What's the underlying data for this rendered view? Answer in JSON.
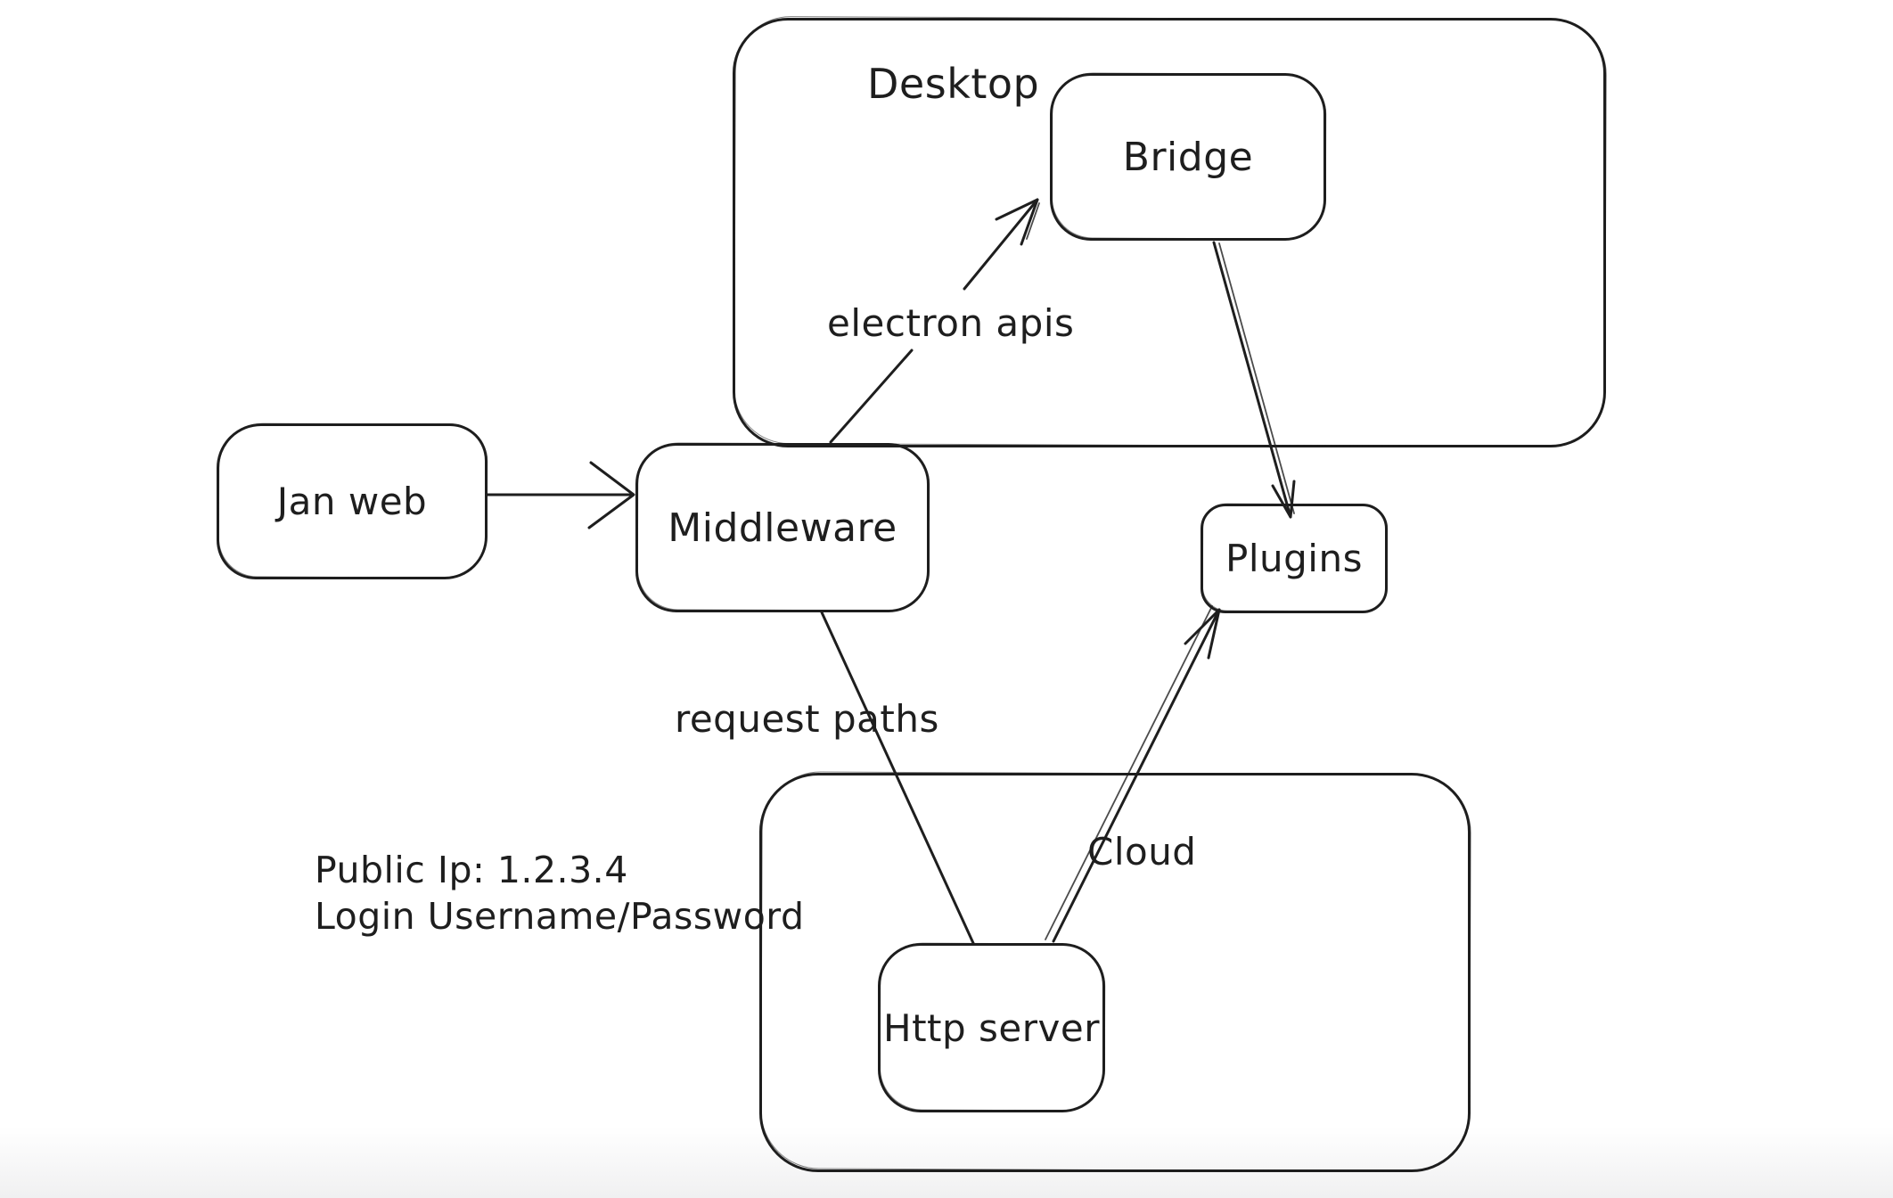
{
  "app": {
    "background": "#ffffff",
    "ink_color": "#1e1e1e"
  },
  "containers": {
    "desktop": {
      "label": "Desktop"
    },
    "cloud": {
      "label": "Cloud"
    }
  },
  "nodes": {
    "jan_web": {
      "label": "Jan web"
    },
    "middleware": {
      "label": "Middleware"
    },
    "bridge": {
      "label": "Bridge"
    },
    "plugins": {
      "label": "Plugins"
    },
    "http_server": {
      "label": "Http server"
    }
  },
  "edges": [
    {
      "from": "jan_web",
      "to": "middleware",
      "label": "",
      "arrowhead": "chevron-at-middleware"
    },
    {
      "from": "middleware",
      "to": "bridge",
      "label": "electron apis",
      "arrowhead": "at-bridge"
    },
    {
      "from": "bridge",
      "to": "plugins",
      "label": "",
      "arrowhead": "at-plugins-top"
    },
    {
      "from": "middleware",
      "to": "http_server",
      "label": "request paths",
      "arrowhead": "none"
    },
    {
      "from": "http_server",
      "to": "plugins",
      "label": "",
      "arrowhead": "at-plugins-bottom"
    }
  ],
  "edge_labels": {
    "electron_apis": "electron apis",
    "request_paths": "request paths"
  },
  "annotations": {
    "public_ip": "Public Ip: 1.2.3.4",
    "login": "Login Username/Password"
  }
}
